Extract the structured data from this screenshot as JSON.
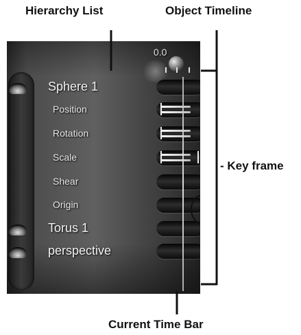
{
  "callouts": {
    "hierarchy_list": "Hierarchy List",
    "object_timeline": "Object Timeline",
    "key_frame": "- Key frame",
    "current_time_bar": "Current Time Bar"
  },
  "timeline": {
    "time_readout": "0.0"
  },
  "rows": [
    {
      "label": "Sphere 1",
      "kind": "object",
      "eye": true
    },
    {
      "label": "Position",
      "kind": "property",
      "eye": false
    },
    {
      "label": "Rotation",
      "kind": "property",
      "eye": false
    },
    {
      "label": "Scale",
      "kind": "property",
      "eye": false
    },
    {
      "label": "Shear",
      "kind": "property",
      "eye": false
    },
    {
      "label": "Origin",
      "kind": "property",
      "eye": false
    },
    {
      "label": "Torus 1",
      "kind": "object",
      "eye": true
    },
    {
      "label": "perspective",
      "kind": "object",
      "eye": true
    }
  ],
  "colors": {
    "panel": "#505050",
    "track": "#111111",
    "highlight": "#ffffff",
    "callout_text": "#111111"
  },
  "icons": [
    "eye-icon",
    "time-knob-icon"
  ]
}
